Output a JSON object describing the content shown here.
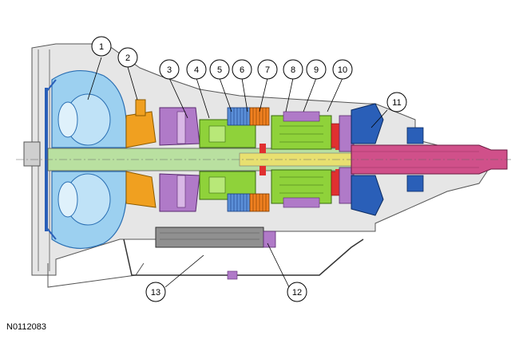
{
  "figure_id": "N0112083",
  "callouts": [
    {
      "id": "callout-1",
      "label": "1"
    },
    {
      "id": "callout-2",
      "label": "2"
    },
    {
      "id": "callout-3",
      "label": "3"
    },
    {
      "id": "callout-4",
      "label": "4"
    },
    {
      "id": "callout-5",
      "label": "5"
    },
    {
      "id": "callout-6",
      "label": "6"
    },
    {
      "id": "callout-7",
      "label": "7"
    },
    {
      "id": "callout-8",
      "label": "8"
    },
    {
      "id": "callout-9",
      "label": "9"
    },
    {
      "id": "callout-10",
      "label": "10"
    },
    {
      "id": "callout-11",
      "label": "11"
    },
    {
      "id": "callout-12",
      "label": "12"
    },
    {
      "id": "callout-13",
      "label": "13"
    }
  ],
  "colors": {
    "torque_converter": "#9cd0f0",
    "torque_converter_dark": "#2a6fb3",
    "pump": "#f0a020",
    "clutch_purple": "#b07ac8",
    "planetary_green": "#8fd23a",
    "clutch_blue": "#5b8fd8",
    "clutch_orange": "#f08020",
    "clutch_red": "#e03030",
    "output_pink": "#d0508a",
    "output_blue": "#2a5fb8",
    "shaft_yellow": "#e8e070",
    "case_gray": "#c8c8c8",
    "valve_body_gray": "#909090"
  }
}
